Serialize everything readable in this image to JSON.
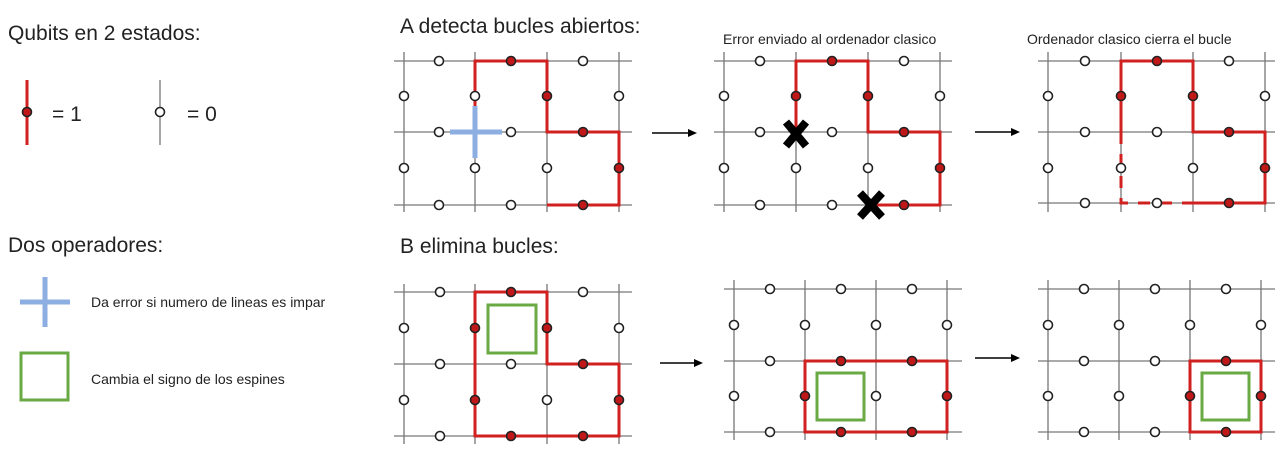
{
  "legend": {
    "qubits_title": "Qubits en 2 estados:",
    "state_one": "= 1",
    "state_zero": "= 0",
    "operators_title": "Dos operadores:",
    "cross_operator_text": "Da error si numero de lineas es impar",
    "plaquette_operator_text": "Cambia el signo de los espines"
  },
  "row_a": {
    "title": "A detecta bucles abiertos:",
    "panel2_caption": "Error enviado al ordenador clasico",
    "panel3_caption": "Ordenador clasico cierra el bucle"
  },
  "row_b": {
    "title": "B elimina bucles:"
  },
  "colors": {
    "loop_red": "#d02020",
    "qubit_one_fill": "#c01818",
    "cross_operator_blue": "#8caee0",
    "plaquette_operator_green": "#6aaa44"
  }
}
